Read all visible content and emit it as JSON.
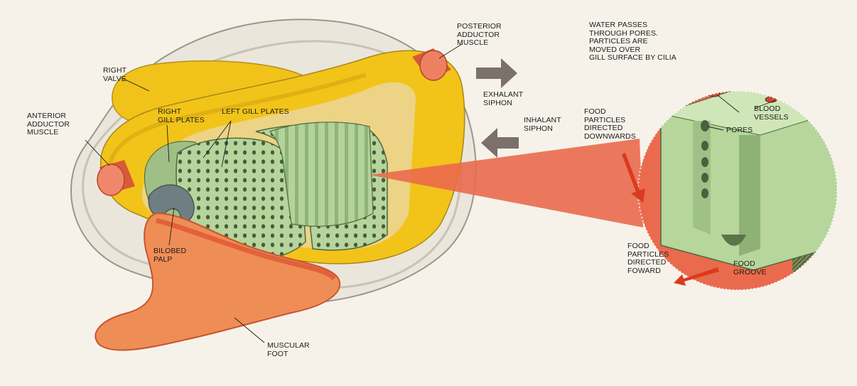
{
  "diagram": {
    "labels": {
      "right_valve": [
        "RIGHT",
        "VALVE"
      ],
      "anterior_adductor_muscle": [
        "ANTERIOR",
        "ADDUCTOR",
        "MUSCLE"
      ],
      "right_gill_plates": [
        "RIGHT",
        "GILL PLATES"
      ],
      "left_gill_plates": [
        "LEFT GILL PLATES"
      ],
      "posterior_adductor_muscle": [
        "POSTERIOR",
        "ADDUCTOR",
        "MUSCLE"
      ],
      "exhalant_siphon": [
        "EXHALANT",
        "SIPHON"
      ],
      "inhalant_siphon": [
        "INHALANT",
        "SIPHON"
      ],
      "bilobed_palp": [
        "BILOBED",
        "PALP"
      ],
      "muscular_foot": [
        "MUSCULAR",
        "FOOT"
      ],
      "water_passes": [
        "WATER PASSES",
        "THROUGH PORES.",
        "PARTICLES ARE",
        "MOVED OVER",
        "GILL SURFACE BY CILIA"
      ],
      "food_particles_downwards": [
        "FOOD",
        "PARTICLES",
        "DIRECTED",
        "DOWNWARDS"
      ],
      "blood_vessels": [
        "BLOOD",
        "VESSELS"
      ],
      "pores": [
        "PORES"
      ],
      "food_particles_forward": [
        "FOOD",
        "PARTICLES",
        "DIRECTED",
        "FOWARD"
      ],
      "food_groove": [
        "FOOD",
        "GROOVE"
      ]
    },
    "colors": {
      "shell_white": "#ece8df",
      "mantle_yellow": "#f1c319",
      "gill_green": "#b4d49a",
      "muscle_orange": "#e8734a",
      "foot_orange": "#ef8f57",
      "magnifier_red": "#ea6a4d",
      "arrow_grey": "#7b706c"
    }
  }
}
